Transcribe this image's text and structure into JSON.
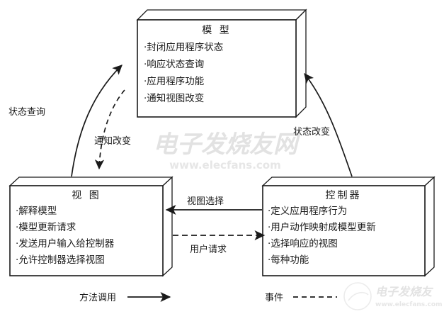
{
  "colors": {
    "background": "#ffffff",
    "stroke": "#1a1a1a",
    "box_fill": "#ffffff",
    "box_side_fill": "#ffffff",
    "watermark": "#e4e4e4"
  },
  "diagram": {
    "type": "mvc-architecture-diagram",
    "boxes": [
      {
        "id": "model",
        "title": "模 型",
        "items": [
          "·封闭应用程序状态",
          "·响应状态查询",
          "·应用程序功能",
          "·通知视图改变"
        ]
      },
      {
        "id": "view",
        "title": "视 图",
        "items": [
          "·解释模型",
          "·模型更新请求",
          "·发送用户输入给控制器",
          "·允许控制器选择视图"
        ]
      },
      {
        "id": "controller",
        "title": "控制器",
        "items": [
          "·定义应用程序行为",
          "·用户动作映射成模型更新",
          "·选择响应的视图",
          "·每种功能"
        ]
      }
    ],
    "edges": [
      {
        "id": "state-query",
        "label": "状态查询",
        "style": "solid",
        "from": "view",
        "to": "model"
      },
      {
        "id": "notify-change",
        "label": "通知改变",
        "style": "dashed",
        "from": "model",
        "to": "view"
      },
      {
        "id": "state-change",
        "label": "状态改变",
        "style": "solid",
        "from": "controller",
        "to": "model"
      },
      {
        "id": "view-selection",
        "label": "视图选择",
        "style": "solid",
        "from": "controller",
        "to": "view"
      },
      {
        "id": "user-request",
        "label": "用户请求",
        "style": "dashed",
        "from": "view",
        "to": "controller"
      }
    ]
  },
  "legend": {
    "items": [
      {
        "id": "method-call",
        "label": "方法调用",
        "style": "solid"
      },
      {
        "id": "event",
        "label": "事件",
        "style": "dashed"
      }
    ]
  },
  "watermark": {
    "center_text": "电子发烧友网",
    "center_url": "www.elecfans.com",
    "corner_text": "电子发烧友",
    "corner_url": "www.elecfans.com"
  }
}
